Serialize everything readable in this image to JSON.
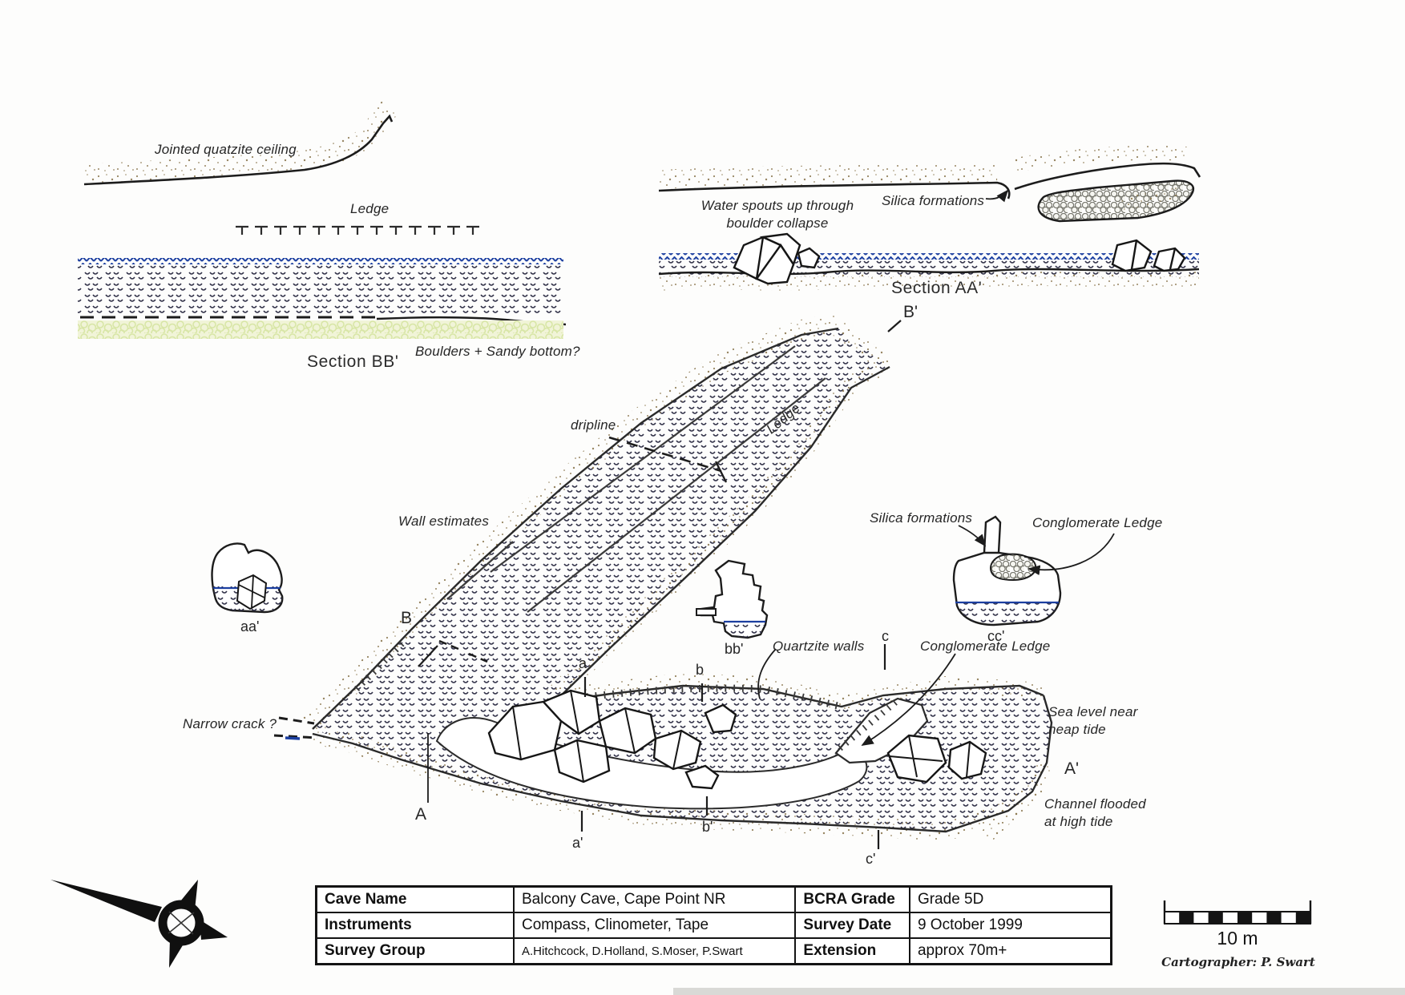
{
  "colors": {
    "ink": "#1c1c1c",
    "wave_hatch": "#2e2e45",
    "water_surface_blue": "#1c3fa0",
    "stipple_sand": "#8b7850",
    "sand_floor": "#f1f4d8",
    "paper": "#fdfdfc"
  },
  "sections": {
    "bb": {
      "title": "Section BB'",
      "ceiling": "Jointed quatzite ceiling",
      "ledge": "Ledge",
      "bottom": "Boulders + Sandy bottom?"
    },
    "aa": {
      "title": "Section AA'",
      "spout1": "Water spouts up through",
      "spout2": "boulder collapse",
      "silica": "Silica formations"
    }
  },
  "plan": {
    "dripline": "dripline",
    "ledge": "Ledge",
    "wall_estimates": "Wall estimates",
    "narrow_crack": "Narrow crack ?",
    "quartzite_walls": "Quartzite walls",
    "conglomerate_ledge": "Conglomerate Ledge",
    "sea_level1": "Sea level near",
    "sea_level2": "neap tide",
    "channel1": "Channel flooded",
    "channel2": "at high tide",
    "stations": {
      "A": "A",
      "A2": "A'",
      "B": "B",
      "B2": "B'",
      "a": "a",
      "a2": "a'",
      "b": "b",
      "b2": "b'",
      "c": "c",
      "c2": "c'"
    },
    "insets": {
      "aa": "aa'",
      "bb": "bb'",
      "cc": "cc'",
      "silica": "Silica formations",
      "conglomerate": "Conglomerate Ledge"
    }
  },
  "table": {
    "rows": [
      {
        "label1": "Cave Name",
        "value1": "Balcony Cave, Cape Point NR",
        "label2": "BCRA Grade",
        "value2": "Grade 5D"
      },
      {
        "label1": "Instruments",
        "value1": "Compass, Clinometer, Tape",
        "label2": "Survey Date",
        "value2": "9 October 1999"
      },
      {
        "label1": "Survey Group",
        "value1": "A.Hitchcock, D.Holland, S.Moser, P.Swart",
        "label2": "Extension",
        "value2": "approx 70m+"
      }
    ]
  },
  "scale": {
    "label": "10 m"
  },
  "credit": "Cartographer: P. Swart"
}
